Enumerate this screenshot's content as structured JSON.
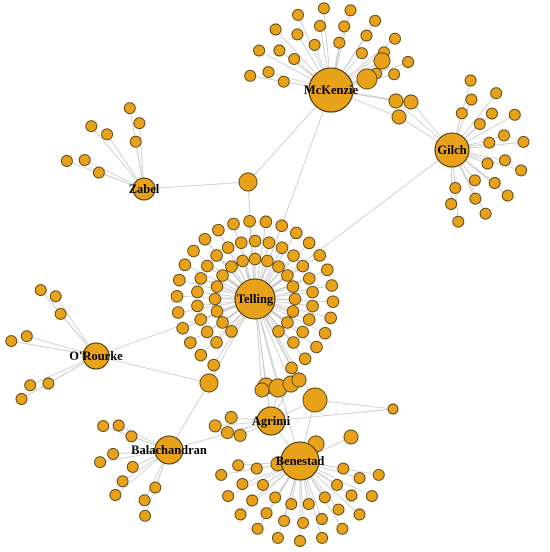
{
  "hubs": [
    {
      "id": "mckenzie",
      "label": "McKenzie"
    },
    {
      "id": "gilch",
      "label": "Gilch"
    },
    {
      "id": "zabel",
      "label": "Zabel"
    },
    {
      "id": "telling",
      "label": "Telling"
    },
    {
      "id": "orourke",
      "label": "O'Rourke"
    },
    {
      "id": "agrimi",
      "label": "Agrimi"
    },
    {
      "id": "balachandran",
      "label": "Balachandran"
    },
    {
      "id": "benestad",
      "label": "Benestad"
    }
  ],
  "colors": {
    "node_fill": "#e8a21a",
    "node_stroke": "#5a4310",
    "edge": "#c8c8c8"
  }
}
